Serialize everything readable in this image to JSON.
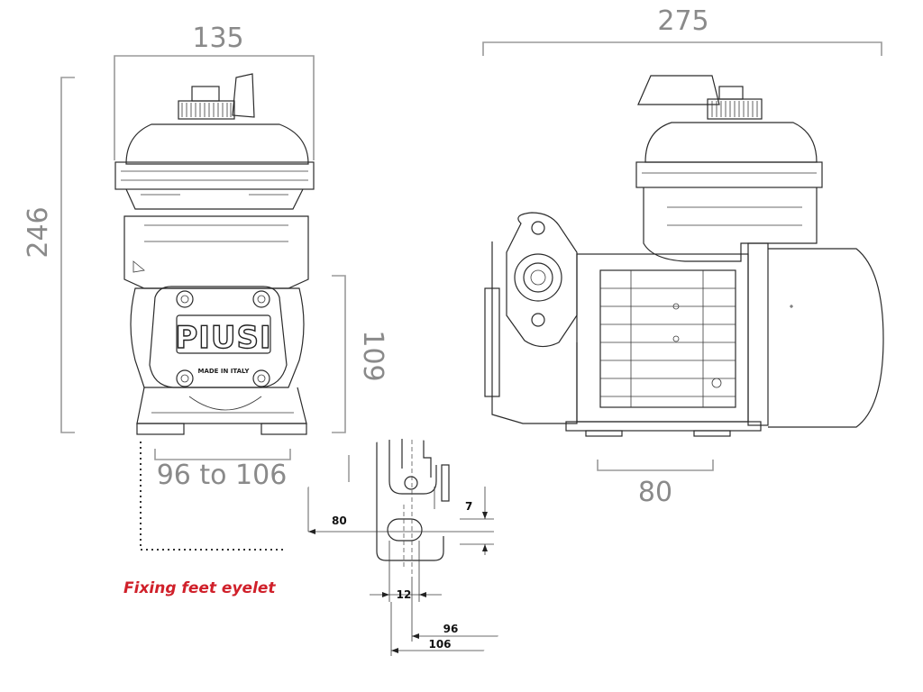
{
  "dimensions": {
    "front_width": "135",
    "front_height": "246",
    "lower_height": "109",
    "foot_span": "96 to 106",
    "side_length": "275",
    "side_foot_span": "80"
  },
  "logo": {
    "brand": "PIUSI",
    "made_in": "MADE IN ITALY"
  },
  "detail": {
    "caption": "Fixing feet eyelet",
    "offset": "80",
    "height": "7",
    "slot_width": "12",
    "inner_span": "96",
    "outer_span": "106"
  },
  "colors": {
    "caption": "#d0202a",
    "dimension": "#8a8a8a",
    "drawing": "#2b2b2b"
  }
}
